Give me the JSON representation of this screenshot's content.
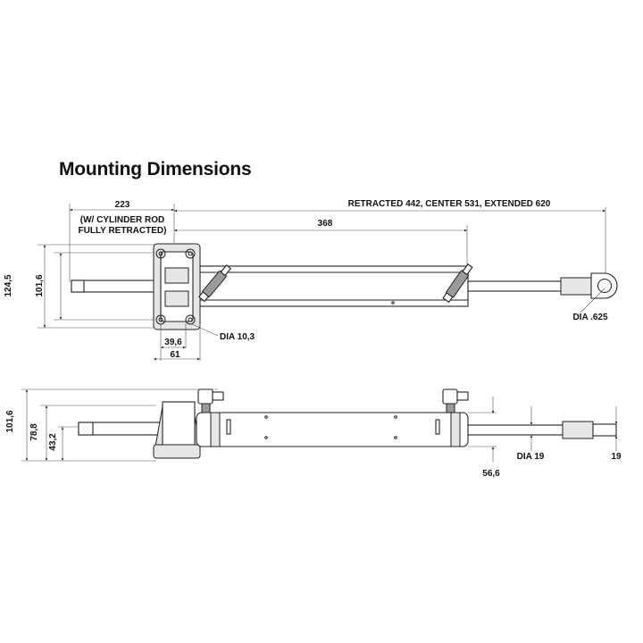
{
  "title": "Mounting Dimensions",
  "top_view": {
    "dim_223": "223",
    "note_line1": "(W/ CYLINDER ROD",
    "note_line2": "FULLY RETRACTED)",
    "dim_stroke": "RETRACTED 442, CENTER 531, EXTENDED 620",
    "dim_368": "368",
    "dim_124_5": "124,5",
    "dim_101_6": "101,6",
    "dim_39_6": "39,6",
    "dim_61": "61",
    "hole_dia": "DIA 10,3",
    "rod_end_dia": "DIA .625"
  },
  "side_view": {
    "dim_101_6": "101,6",
    "dim_78_8": "78,8",
    "dim_43_2": "43,2",
    "dim_56_6": "56,6",
    "rod_dia": "DIA 19",
    "dim_19": "19"
  }
}
